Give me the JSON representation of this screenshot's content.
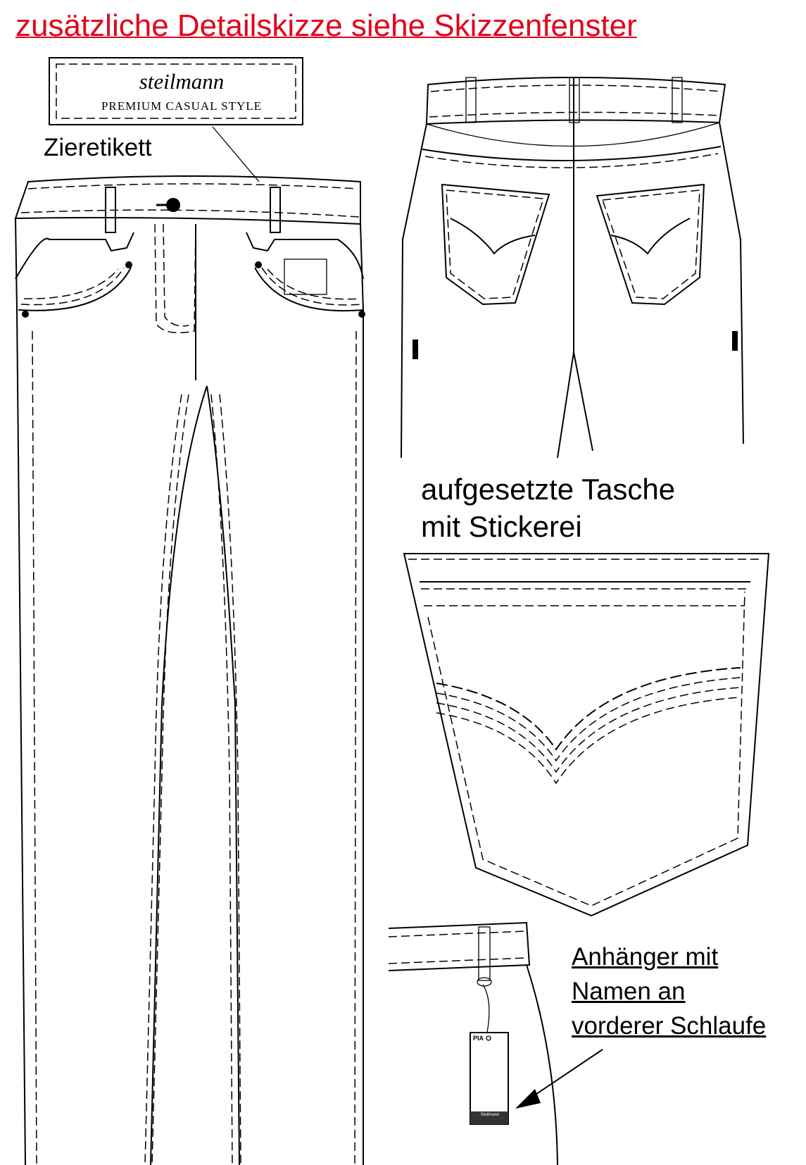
{
  "headline": "zusätzliche Detailskizze siehe Skizzenfenster",
  "colors": {
    "headline": "#e3001b",
    "line": "#000000"
  },
  "label_brand": {
    "name": "steilmann",
    "tagline": "PREMIUM CASUAL STYLE"
  },
  "callouts": {
    "label": "Zieretikett",
    "pocket_line1": "aufgesetzte Tasche",
    "pocket_line2": "mit Stickerei",
    "tag_line1": "Anhänger mit",
    "tag_line2": "Namen an",
    "tag_line3": "vorderer Schlaufe"
  },
  "hang_tag": {
    "name": "PIA",
    "footer": "Steilmann"
  }
}
